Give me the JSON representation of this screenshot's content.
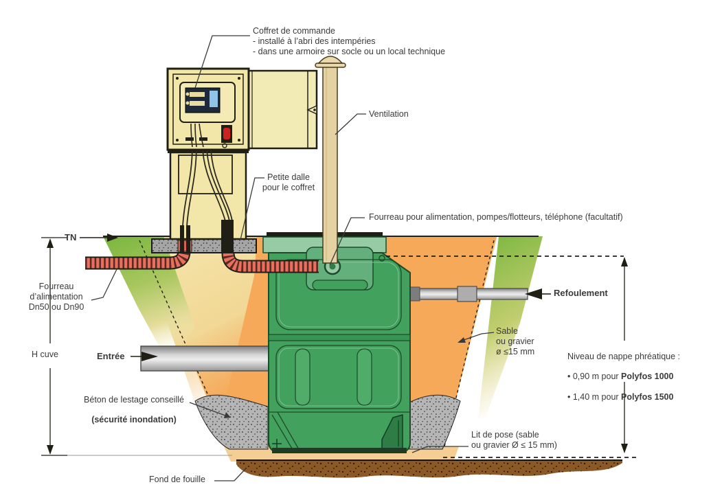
{
  "labels": {
    "coffret_block": "Coffret de commande\n- installé à l’abri des intempéries\n- dans une armoire sur socle ou un local technique",
    "ventilation": "Ventilation",
    "petite_dalle": "Petite dalle\npour le coffret",
    "fourreau_long": "Fourreau pour alimentation, pompes/flotteurs, téléphone (facultatif)",
    "tn": "TN",
    "fourreau_alim": "Fourreau\nd’alimentation\nDn50 ou Dn90",
    "h_cuve": "H cuve",
    "entree": "Entrée",
    "beton_line1": "Béton de lestage conseillé",
    "beton_line2": "(sécurité inondation)",
    "sable": "Sable\nou gravier\nø ≤15 mm",
    "nappe_title": "Niveau de nappe phréatique :",
    "nappe_item1_prefix": "• 0,90 m pour ",
    "nappe_item1_model": "Polyfos 1000",
    "nappe_item2_prefix": "• 1,40 m pour ",
    "nappe_item2_model": "Polyfos 1500",
    "refoulement": "Refoulement",
    "lit_de_pose": "Lit de pose (sable\nou gravier Ø ≤ 15 mm)",
    "fond_de_fouille": "Fond de fouille"
  },
  "colors": {
    "soil_orange": "#F5A959",
    "sand_pale": "#F3E3A6",
    "grass_green": "#7CB843",
    "tank_green": "#41A15D",
    "tank_collar_green": "#96CBA5",
    "tank_neck_green": "#63B07C",
    "cabinet_beige": "#F2E7A9",
    "vent_beige": "#E5D2A2",
    "conduit_red": "#E8705E",
    "concrete_gray": "#B5B5B5",
    "subsoil_brown": "#8A5926",
    "pipe_gray": "#C9C9C9",
    "line_dark": "#1F1F15",
    "label_text": "#3A3A3A"
  }
}
